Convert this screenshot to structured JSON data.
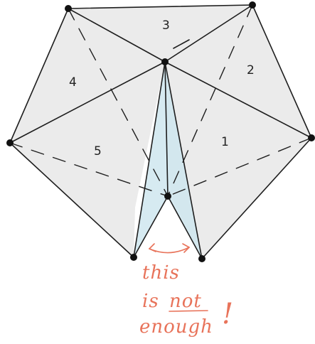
{
  "regions": [
    {
      "id": "1",
      "label": "1"
    },
    {
      "id": "2",
      "label": "2"
    },
    {
      "id": "3",
      "label": "3"
    },
    {
      "id": "4",
      "label": "4"
    },
    {
      "id": "5",
      "label": "5"
    }
  ],
  "annotation": {
    "line1": "this",
    "line2_a": "is",
    "line2_b": "not",
    "line3": "enough",
    "exclaim": "!"
  },
  "colors": {
    "stroke": "#1e1e1e",
    "shade": "#e6e6e6",
    "highlight": "#cfe6ef",
    "annotation": "#e8735a"
  }
}
